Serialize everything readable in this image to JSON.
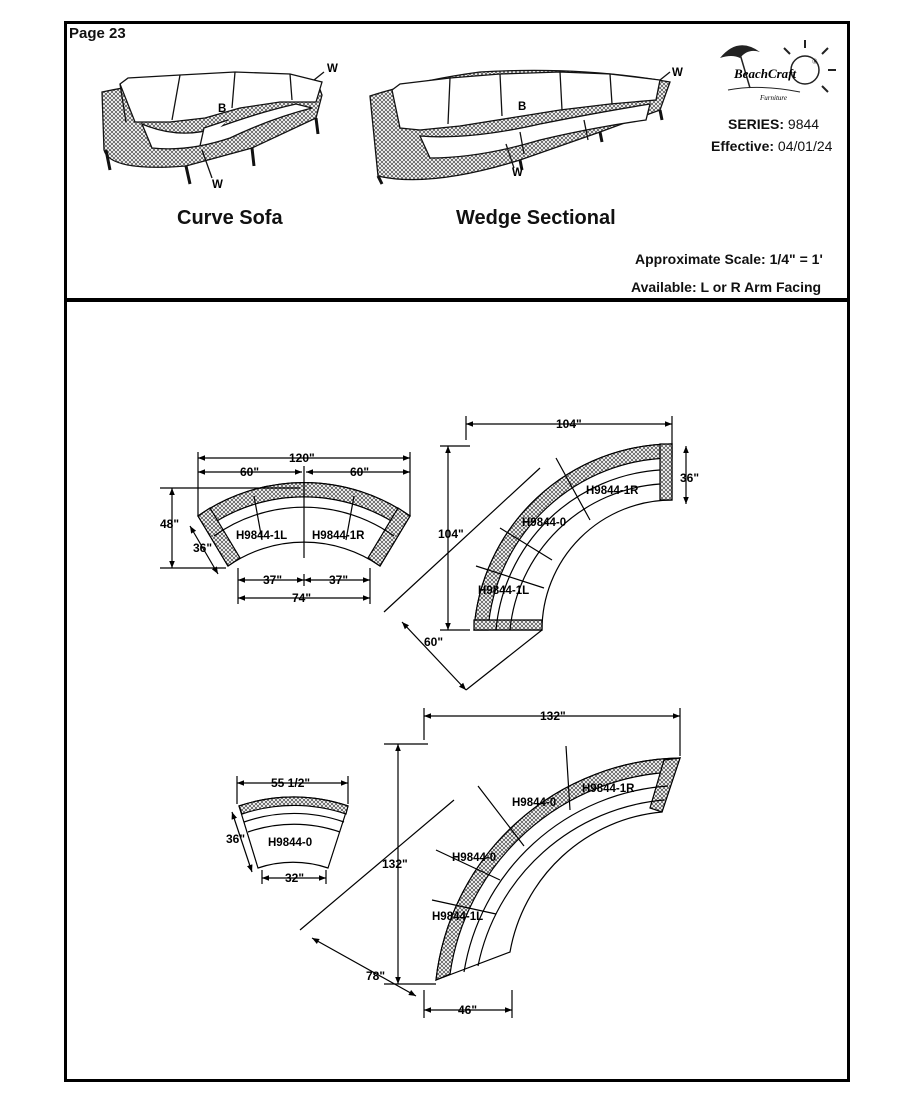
{
  "header": {
    "page_label": "Page 23",
    "series_label": "SERIES:",
    "series_value": "9844",
    "effective_label": "Effective:",
    "effective_value": "04/01/24",
    "scale_note": "Approximate Scale: 1/4\" = 1'",
    "available_note": "Available: L or R Arm Facing"
  },
  "logo": {
    "brand": "BeachCraft",
    "sub": "Furniture",
    "registered": "®"
  },
  "products": [
    {
      "caption": "Curve Sofa",
      "marks": {
        "back": "B",
        "wedge_top": "W",
        "wedge_bottom": "W"
      }
    },
    {
      "caption": "Wedge Sectional",
      "marks": {
        "back": "B",
        "wedge_top": "W",
        "wedge_bottom": "W"
      }
    }
  ],
  "plans": {
    "curve_sofa": {
      "overall_width": "120\"",
      "left_top": "60\"",
      "right_top": "60\"",
      "height": "48\"",
      "depth": "36\"",
      "left_bottom": "37\"",
      "right_bottom": "37\"",
      "inner_width": "74\"",
      "modules": [
        "H9844-1L",
        "H9844-1R"
      ]
    },
    "wedge_sectional": {
      "width": "104\"",
      "height": "104\"",
      "depth": "36\"",
      "diagonal": "60\"",
      "modules": [
        "H9844-1R",
        "H9844-0",
        "H9844-1L"
      ]
    },
    "wedge_single": {
      "width": "55 1/2\"",
      "depth": "36\"",
      "inner_width": "32\"",
      "module": "H9844-0"
    },
    "large_sectional": {
      "width": "132\"",
      "height": "132\"",
      "diagonal": "78\"",
      "end_width": "46\"",
      "modules": [
        "H9844-1R",
        "H9844-0",
        "H9844-0",
        "H9844-1L"
      ]
    }
  }
}
